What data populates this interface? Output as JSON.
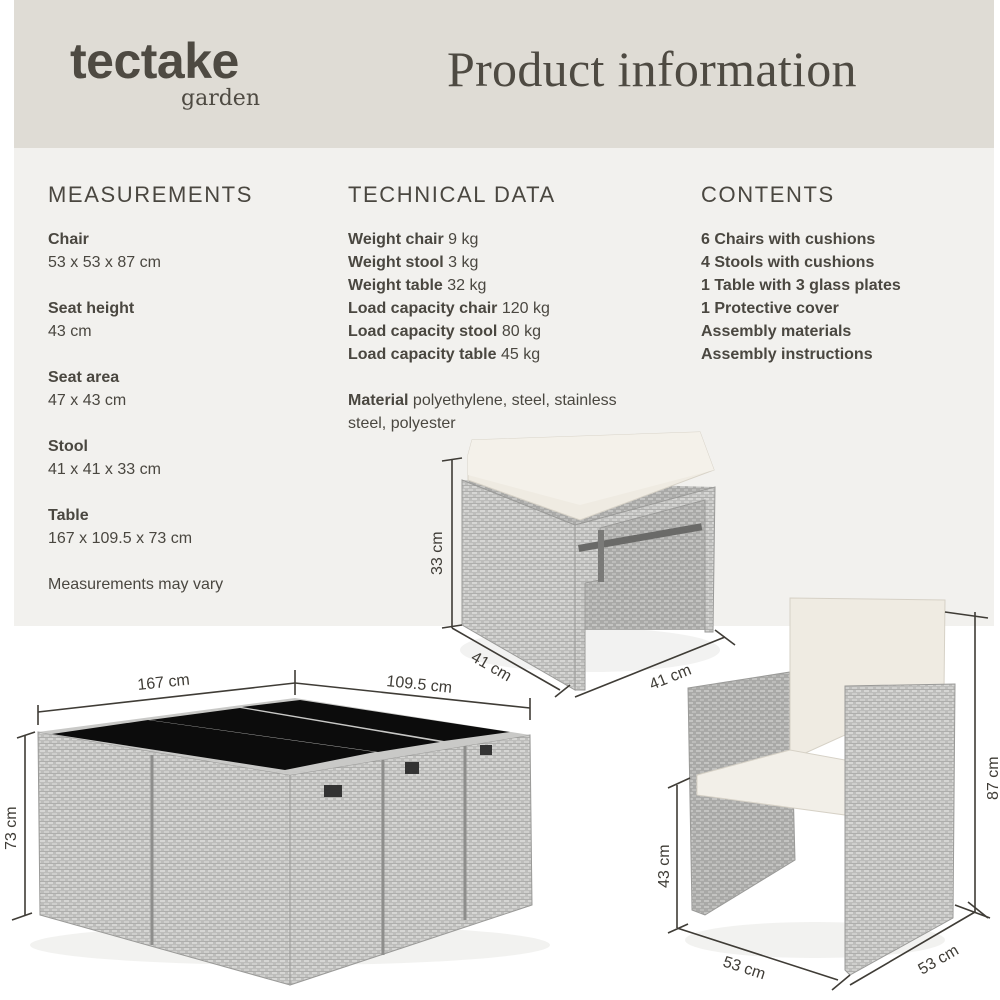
{
  "brand": {
    "name": "tectake",
    "sub": "garden"
  },
  "header": {
    "title": "Product information"
  },
  "colors": {
    "header_bg": "#dfdcd5",
    "panel_bg": "#f2f1ee",
    "text": "#4a4740",
    "rattan": "#b9b9b7",
    "cushion": "#efebe2",
    "glass": "#111111"
  },
  "measurements": {
    "heading": "MEASUREMENTS",
    "items": [
      {
        "label": "Chair",
        "value": "53 x 53 x 87 cm"
      },
      {
        "label": "Seat height",
        "value": "43 cm"
      },
      {
        "label": "Seat area",
        "value": "47 x 43 cm"
      },
      {
        "label": "Stool",
        "value": "41 x 41 x 33 cm"
      },
      {
        "label": "Table",
        "value": "167 x 109.5 x 73 cm"
      }
    ],
    "note": "Measurements may vary"
  },
  "technical": {
    "heading": "TECHNICAL DATA",
    "items": [
      {
        "label": "Weight chair",
        "value": "9 kg"
      },
      {
        "label": "Weight stool",
        "value": "3 kg"
      },
      {
        "label": "Weight table",
        "value": "32 kg"
      },
      {
        "label": "Load capacity chair",
        "value": "120 kg"
      },
      {
        "label": "Load capacity stool",
        "value": "80 kg"
      },
      {
        "label": "Load capacity table",
        "value": "45 kg"
      }
    ],
    "material": {
      "label": "Material",
      "line1": "polyethylene, steel, stainless",
      "line2": "steel, polyester"
    }
  },
  "contents": {
    "heading": "CONTENTS",
    "items": [
      "6 Chairs with cushions",
      "4 Stools with cushions",
      "1 Table with 3 glass plates",
      "1 Protective cover",
      "Assembly materials",
      "Assembly instructions"
    ]
  },
  "dimensions": {
    "stool": {
      "height": "33 cm",
      "depth": "41 cm",
      "width": "41 cm"
    },
    "table": {
      "length": "167 cm",
      "width": "109.5 cm",
      "height": "73 cm"
    },
    "chair": {
      "height": "87 cm",
      "seat_height": "43 cm",
      "width": "53 cm",
      "depth": "53 cm"
    }
  }
}
